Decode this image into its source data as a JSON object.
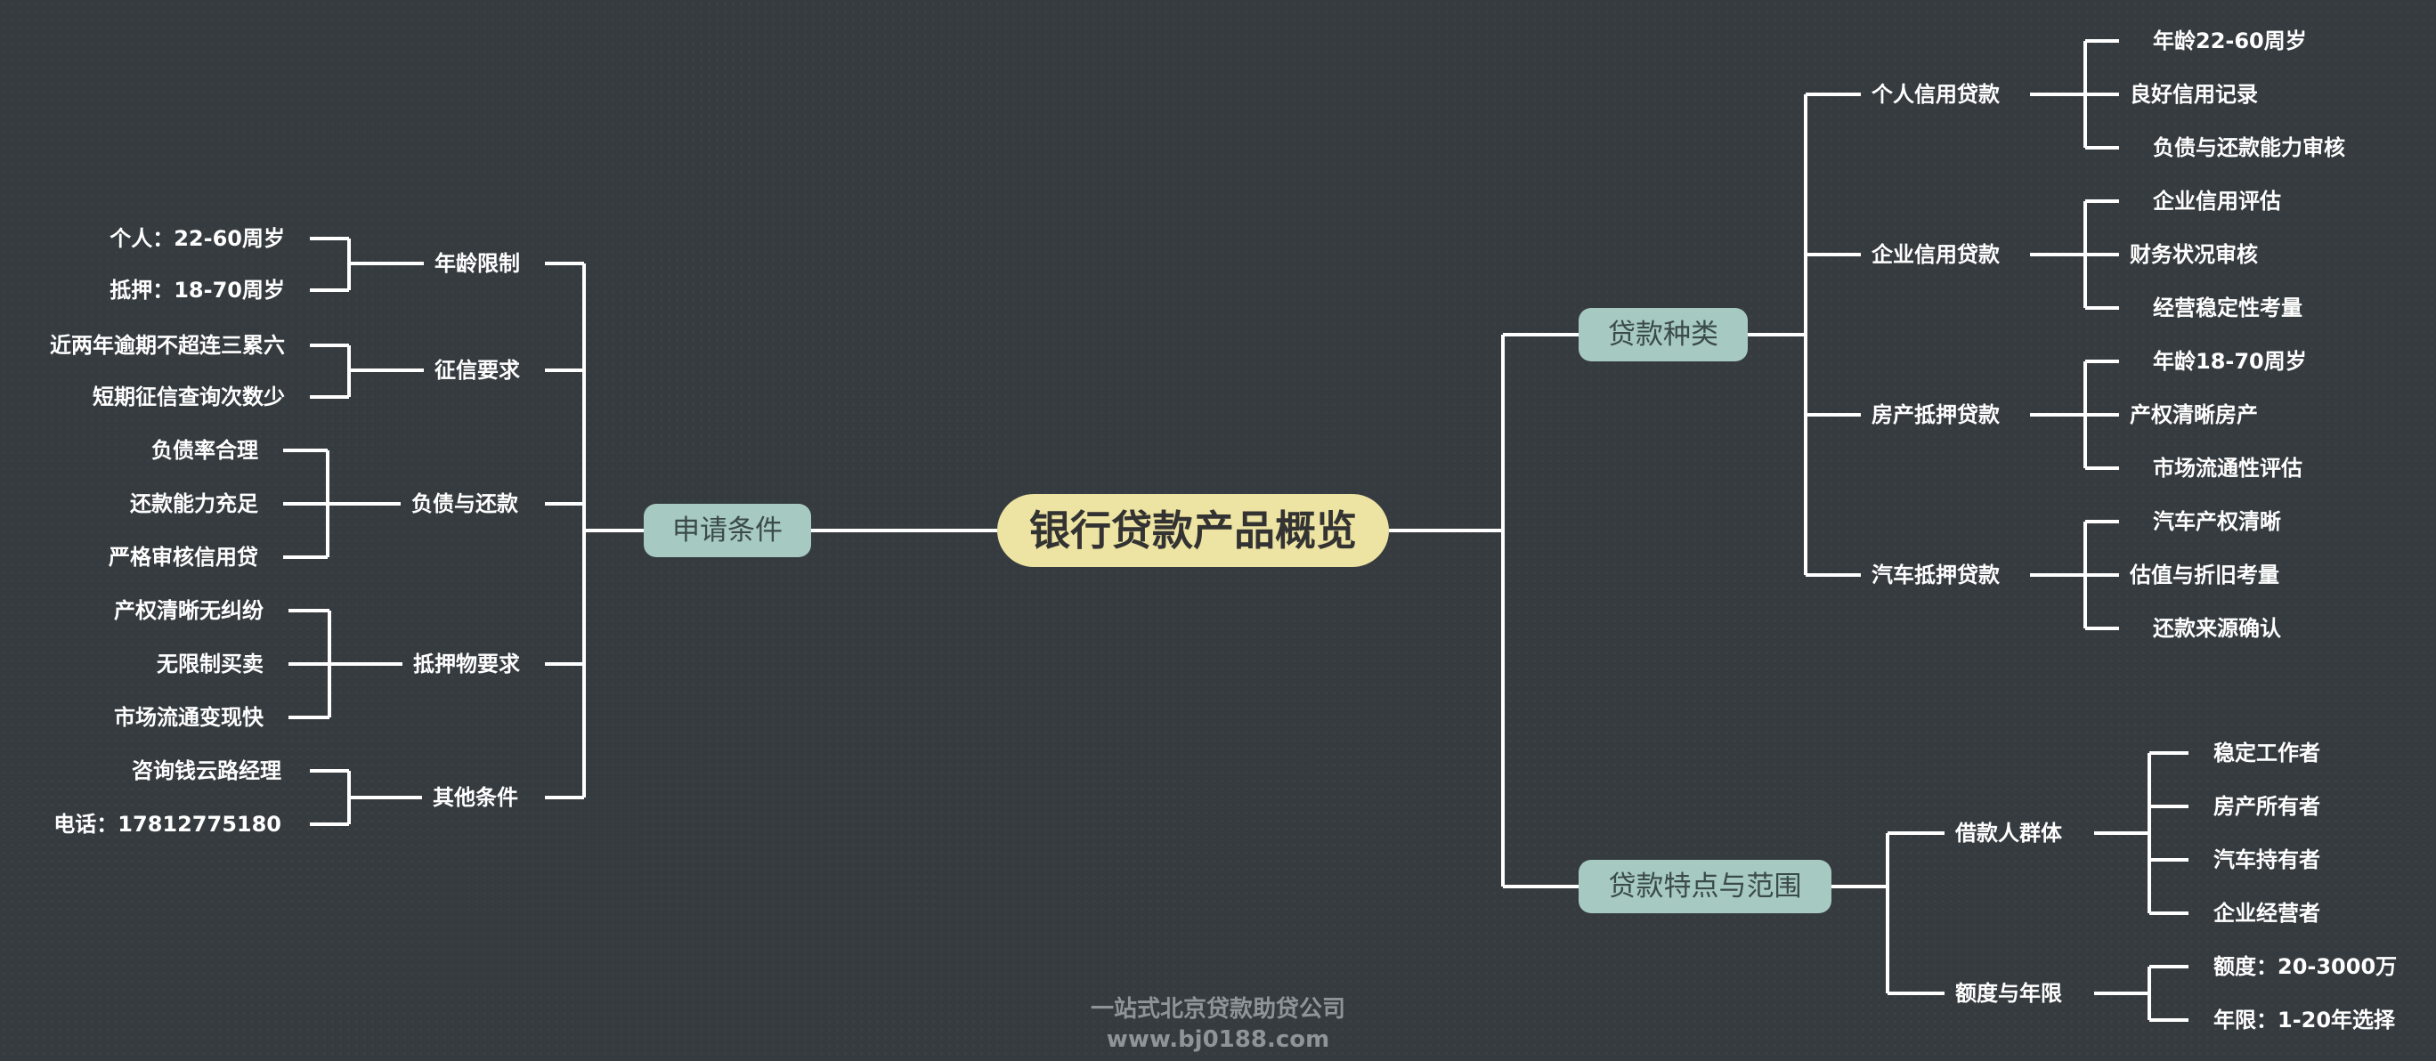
{
  "root": "银行贷款产品概览",
  "left": {
    "label": "申请条件",
    "groups": [
      {
        "label": "年龄限制",
        "items": [
          "个人：22-60周岁",
          "抵押：18-70周岁"
        ]
      },
      {
        "label": "征信要求",
        "items": [
          "近两年逾期不超连三累六",
          "短期征信查询次数少"
        ]
      },
      {
        "label": "负债与还款",
        "items": [
          "负债率合理",
          "还款能力充足",
          "严格审核信用贷"
        ]
      },
      {
        "label": "抵押物要求",
        "items": [
          "产权清晰无纠纷",
          "无限制买卖",
          "市场流通变现快"
        ]
      },
      {
        "label": "其他条件",
        "items": [
          "咨询钱云路经理",
          "电话：17812775180"
        ]
      }
    ]
  },
  "right": [
    {
      "label": "贷款种类",
      "groups": [
        {
          "label": "个人信用贷款",
          "items": [
            "年龄22-60周岁",
            "良好信用记录",
            "负债与还款能力审核"
          ]
        },
        {
          "label": "企业信用贷款",
          "items": [
            "企业信用评估",
            "财务状况审核",
            "经营稳定性考量"
          ]
        },
        {
          "label": "房产抵押贷款",
          "items": [
            "年龄18-70周岁",
            "产权清晰房产",
            "市场流通性评估"
          ]
        },
        {
          "label": "汽车抵押贷款",
          "items": [
            "汽车产权清晰",
            "估值与折旧考量",
            "还款来源确认"
          ]
        }
      ]
    },
    {
      "label": "贷款特点与范围",
      "groups": [
        {
          "label": "借款人群体",
          "items": [
            "稳定工作者",
            "房产所有者",
            "汽车持有者",
            "企业经营者"
          ]
        },
        {
          "label": "额度与年限",
          "items": [
            "额度：20-3000万",
            "年限：1-20年选择"
          ]
        }
      ]
    }
  ],
  "footer": {
    "line1": "一站式北京贷款助贷公司",
    "line2": "www.bj0188.com"
  }
}
